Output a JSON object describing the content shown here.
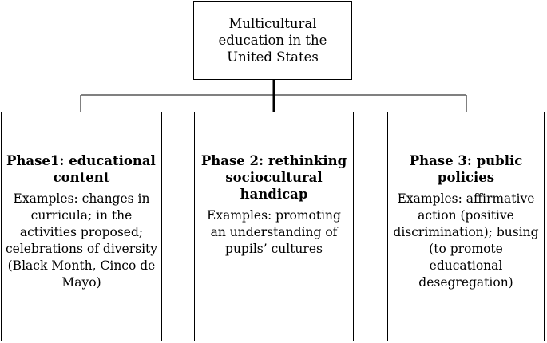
{
  "root": {
    "label": "Multicultural education in the United States"
  },
  "phases": [
    {
      "title_line1": "Phase1: educational",
      "title_line2": "content",
      "body": "Examples: changes in curricula; in the activities proposed; celebrations of diversity (Black Month, Cinco de Mayo)"
    },
    {
      "title": "Phase 2: rethinking sociocultural handicap",
      "body": "Examples: promoting an understanding of pupils’ cultures"
    },
    {
      "title": "Phase 3: public policies",
      "body": "Examples: affirmative action (positive discrimination); busing (to promote educational desegregation)"
    }
  ]
}
